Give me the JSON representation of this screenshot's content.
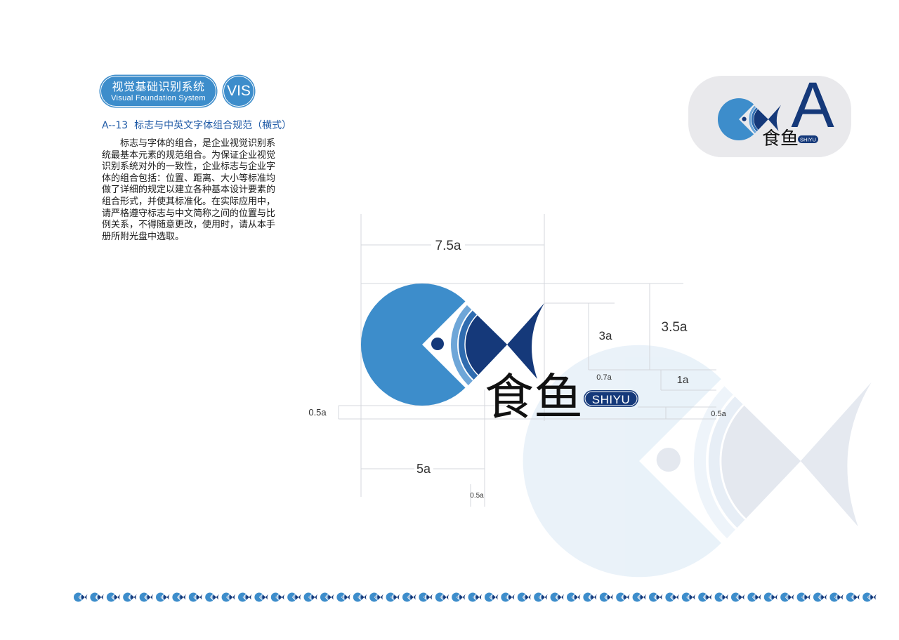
{
  "header": {
    "title_cn": "视觉基础识别系统",
    "title_en": "Visual Foundation System",
    "badge": "VIS"
  },
  "section": {
    "title": "A--13  标志与中英文字体组合规范（横式）",
    "body_lines": [
      "标志与字体的组合，是企业视觉识别系",
      "统最基本元素的规范组合。为保证企业视觉",
      "识别系统对外的一致性，企业标志与企业字",
      "体的组合包括：位置、距离、大小等标准均",
      "做了详细的规定以建立各种基本设计要素的",
      "组合形式，并使其标准化。在实际应用中，",
      "请严格遵守标志与中文简称之间的位置与比",
      "例关系，不得随意更改，使用时，请从本手",
      "册所附光盘中选取。"
    ]
  },
  "logo": {
    "name_cn": "食鱼",
    "name_en": "SHIYU",
    "mark_letter": "A"
  },
  "dimensions": {
    "total_width": "7.5a",
    "mark_height": "3a",
    "total_height": "3.5a",
    "text_gap": "0.7a",
    "text_drop": "1a",
    "left_margin": "0.5a",
    "right_margin": "0.5a",
    "mark_width": "5a",
    "mark_text_gap": "0.5a"
  },
  "colors": {
    "primary_blue": "#3d8dcb",
    "light_blue": "#6ea6d8",
    "mid_blue": "#2f6cb0",
    "navy": "#15397a",
    "card_grey": "#e9e9ec",
    "title_blue": "#1f5aa6"
  }
}
